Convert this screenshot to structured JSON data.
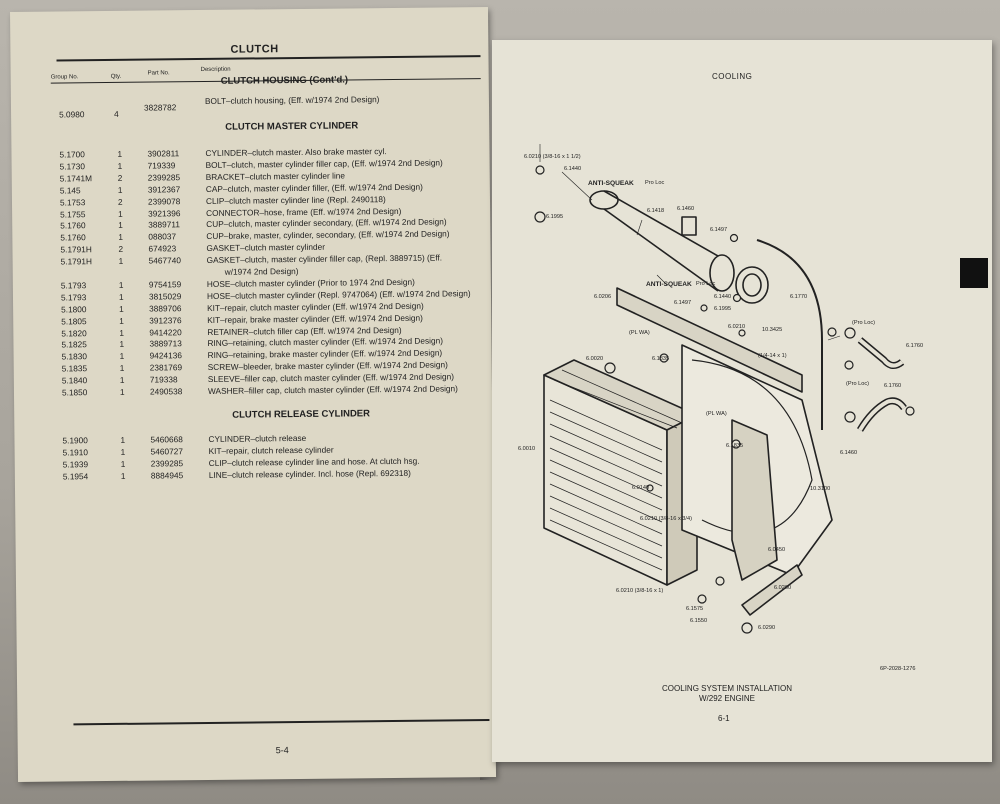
{
  "left_page": {
    "header": "CLUTCH",
    "columns": {
      "group": "Group No.",
      "qty": "Qty.",
      "part": "Part No.",
      "desc": "Description"
    },
    "sections": [
      {
        "title": "CLUTCH HOUSING (Cont'd.)",
        "rows": [
          {
            "group": "5.0980",
            "qty": "4",
            "part": "3828782",
            "desc": "BOLT–clutch housing, (Eff. w/1974 2nd Design)"
          }
        ]
      },
      {
        "title": "CLUTCH MASTER CYLINDER",
        "rows": [
          {
            "group": "5.1700",
            "qty": "1",
            "part": "3902811",
            "desc": "CYLINDER–clutch master. Also brake master cyl."
          },
          {
            "group": "5.1730",
            "qty": "1",
            "part": "719339",
            "desc": "BOLT–clutch, master cylinder filler cap, (Eff. w/1974 2nd Design)"
          },
          {
            "group": "5.1741M",
            "qty": "2",
            "part": "2399285",
            "desc": "BRACKET–clutch master cylinder line"
          },
          {
            "group": "5.145",
            "qty": "1",
            "part": "3912367",
            "desc": "CAP–clutch, master cylinder filler, (Eff. w/1974 2nd Design)"
          },
          {
            "group": "5.1753",
            "qty": "2",
            "part": "2399078",
            "desc": "CLIP–clutch master cylinder line (Repl. 2490118)"
          },
          {
            "group": "5.1755",
            "qty": "1",
            "part": "3921396",
            "desc": "CONNECTOR–hose, frame (Eff. w/1974 2nd Design)"
          },
          {
            "group": "5.1760",
            "qty": "1",
            "part": "3889711",
            "desc": "CUP–clutch, master cylinder secondary, (Eff. w/1974 2nd Design)"
          },
          {
            "group": "5.1760",
            "qty": "1",
            "part": "088037",
            "desc": "CUP–brake, master, cylinder, secondary, (Eff. w/1974 2nd Design)"
          },
          {
            "group": "5.1791H",
            "qty": "2",
            "part": "674923",
            "desc": "GASKET–clutch master cylinder"
          },
          {
            "group": "5.1791H",
            "qty": "1",
            "part": "5467740",
            "desc": "GASKET–clutch, master cylinder filler cap, (Repl. 3889715) (Eff.",
            "desc2": "w/1974 2nd Design)"
          },
          {
            "group": "5.1793",
            "qty": "1",
            "part": "9754159",
            "desc": "HOSE–clutch master cylinder (Prior to 1974 2nd Design)"
          },
          {
            "group": "5.1793",
            "qty": "1",
            "part": "3815029",
            "desc": "HOSE–clutch master cylinder (Repl. 9747064) (Eff. w/1974 2nd Design)"
          },
          {
            "group": "5.1800",
            "qty": "1",
            "part": "3889706",
            "desc": "KIT–repair, clutch master cylinder (Eff. w/1974 2nd Design)"
          },
          {
            "group": "5.1805",
            "qty": "1",
            "part": "3912376",
            "desc": "KIT–repair, brake master cylinder (Eff. w/1974 2nd Design)"
          },
          {
            "group": "5.1820",
            "qty": "1",
            "part": "9414220",
            "desc": "RETAINER–clutch filler cap (Eff. w/1974 2nd Design)"
          },
          {
            "group": "5.1825",
            "qty": "1",
            "part": "3889713",
            "desc": "RING–retaining, clutch master cylinder (Eff. w/1974 2nd Design)"
          },
          {
            "group": "5.1830",
            "qty": "1",
            "part": "9424136",
            "desc": "RING–retaining, brake master cylinder (Eff. w/1974 2nd Design)"
          },
          {
            "group": "5.1835",
            "qty": "1",
            "part": "2381769",
            "desc": "SCREW–bleeder, brake master cylinder (Eff. w/1974 2nd Design)"
          },
          {
            "group": "5.1840",
            "qty": "1",
            "part": "719338",
            "desc": "SLEEVE–filler cap, clutch master cylinder (Eff. w/1974 2nd Design)"
          },
          {
            "group": "5.1850",
            "qty": "1",
            "part": "2490538",
            "desc": "WASHER–filler cap, clutch master cylinder (Eff. w/1974 2nd Design)"
          }
        ]
      },
      {
        "title": "CLUTCH RELEASE CYLINDER",
        "rows": [
          {
            "group": "5.1900",
            "qty": "1",
            "part": "5460668",
            "desc": "CYLINDER–clutch release"
          },
          {
            "group": "5.1910",
            "qty": "1",
            "part": "5460727",
            "desc": "KIT–repair, clutch release cylinder"
          },
          {
            "group": "5.1939",
            "qty": "1",
            "part": "2399285",
            "desc": "CLIP–clutch release cylinder line and hose. At clutch hsg."
          },
          {
            "group": "5.1954",
            "qty": "1",
            "part": "8884945",
            "desc": "LINE–clutch release cylinder. Incl. hose (Repl. 692318)"
          }
        ]
      }
    ],
    "page_number": "5-4"
  },
  "right_page": {
    "header": "COOLING",
    "callouts": {
      "c1": "6.0210 (3/8-16 x 1 1/2)",
      "c2": "6.1440",
      "c3": "ANTI-SQUEAK",
      "c4": "Pro Loc",
      "c5": "6.1418",
      "c6": "6.1460",
      "c7": "6.1995",
      "c8": "6.1497",
      "c9": "ANTI-SQUEAK",
      "c10": "Pro Loc",
      "c11": "6.0206",
      "c12": "6.1497",
      "c13": "6.1440",
      "c14": "6.1995",
      "c15": "6.1770",
      "c16": "(Pro Loc)",
      "c17": "(PL WA)",
      "c18": "6.0210",
      "c19": "10.3425",
      "c20": "(1/4-14 x 1)",
      "c21": "6.1760",
      "c22": "6.0020",
      "c23": "6.1835",
      "c24": "(Pro Loc)",
      "c25": "6.1760",
      "c26": "(PL WA)",
      "c27": "6.1835",
      "c28": "6.0010",
      "c29": "6.1460",
      "c30": "10.3100",
      "c31": "6.0140",
      "c32": "6.0210 (3/8-16 x 3/4)",
      "c33": "6.0450",
      "c34": "6.0210 (3/8-16 x 1)",
      "c35": "6.1575",
      "c36": "6.0260",
      "c37": "6.1550",
      "c38": "6.0290"
    },
    "figure_code": "6P-2028-1276",
    "caption_line1": "COOLING SYSTEM INSTALLATION",
    "caption_line2": "W/292 ENGINE",
    "page_number": "6-1"
  }
}
